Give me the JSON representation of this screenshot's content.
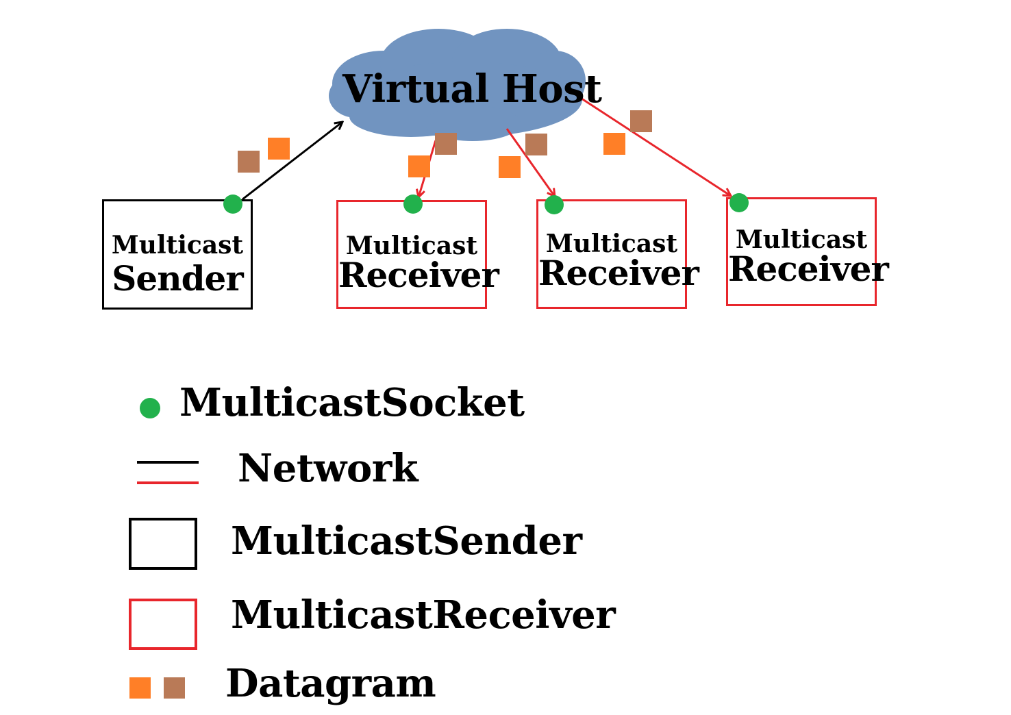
{
  "colors": {
    "host_fill": "#7194C0",
    "sender_edge": "#000000",
    "receiver_edge": "#E8262C",
    "socket_dot": "#22B14C",
    "datagram_orange": "#FF7F27",
    "datagram_brown": "#B97A57"
  },
  "host": {
    "label": "Virtual Host"
  },
  "sender": {
    "line1": "Multicast",
    "line2": "Sender"
  },
  "receivers": [
    {
      "line1": "Multicast",
      "line2": "Receiver"
    },
    {
      "line1": "Multicast",
      "line2": "Receiver"
    },
    {
      "line1": "Multicast",
      "line2": "Receiver"
    }
  ],
  "legend": {
    "socket": "MulticastSocket",
    "network": "Network",
    "sender": "MulticastSender",
    "receiver": "MulticastReceiver",
    "datagram": "Datagram"
  }
}
